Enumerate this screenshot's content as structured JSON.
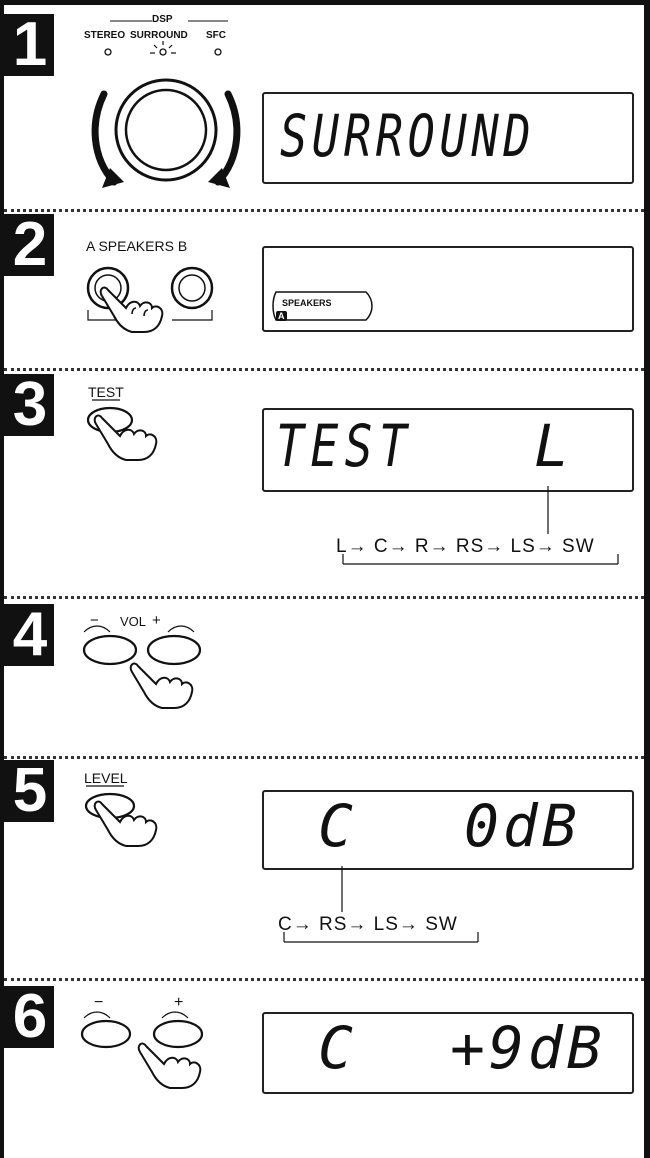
{
  "steps": [
    {
      "number": "1",
      "dsp_label": "DSP",
      "mode_labels": [
        "STEREO",
        "SURROUND",
        "SFC"
      ],
      "display_text": "SURROUND"
    },
    {
      "number": "2",
      "button_label": "A SPEAKERS B",
      "display_badge": "SPEAKERS",
      "display_sub": "A"
    },
    {
      "number": "3",
      "button_label": "TEST",
      "display_text": "TEST",
      "display_channel": "L",
      "sequence": "L→ C→ R→ RS→ LS→ SW"
    },
    {
      "number": "4",
      "minus_label": "−",
      "vol_label": "VOL",
      "plus_label": "+"
    },
    {
      "number": "5",
      "button_label": "LEVEL",
      "display_channel": "C",
      "display_value": "0dB",
      "sequence": "C→ RS→ LS→ SW"
    },
    {
      "number": "6",
      "minus_label": "−",
      "plus_label": "+",
      "display_channel": "C",
      "display_value": "+9dB"
    }
  ]
}
